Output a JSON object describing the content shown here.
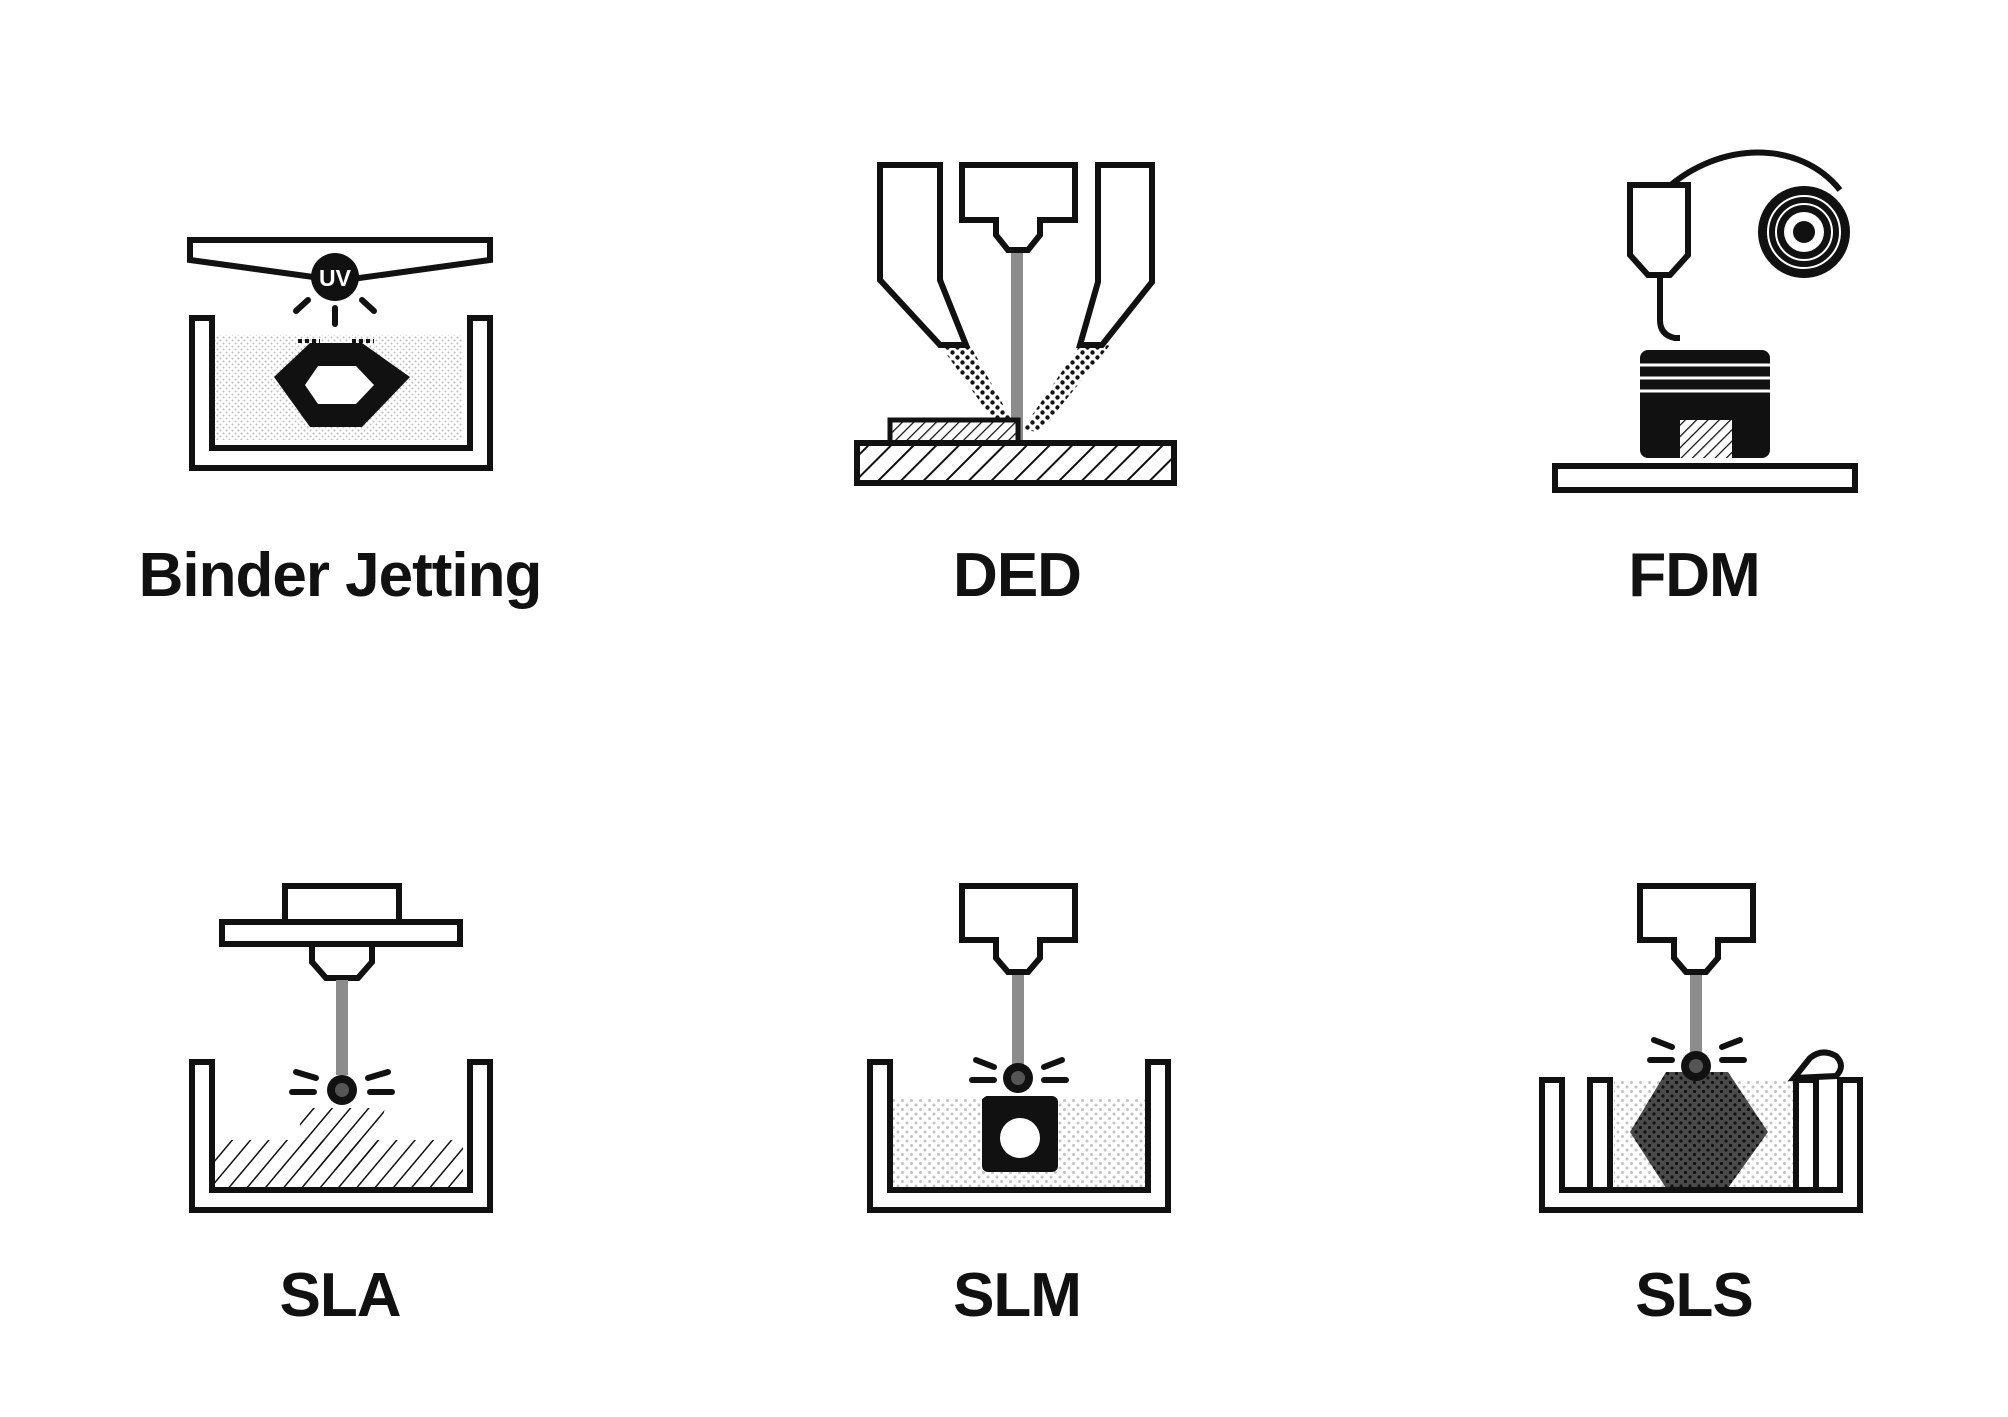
{
  "processes": [
    {
      "id": "bj",
      "label": "Binder Jetting",
      "icon": "binder-jetting-icon"
    },
    {
      "id": "ded",
      "label": "DED",
      "icon": "ded-icon"
    },
    {
      "id": "fdm",
      "label": "FDM",
      "icon": "fdm-icon"
    },
    {
      "id": "sla",
      "label": "SLA",
      "icon": "sla-icon"
    },
    {
      "id": "slm",
      "label": "SLM",
      "icon": "slm-icon"
    },
    {
      "id": "sls",
      "label": "SLS",
      "icon": "sls-icon"
    }
  ],
  "uv_badge": "UV",
  "colors": {
    "ink": "#111111",
    "beam": "#8c8c8c",
    "powder": "#c8c8c8",
    "background": "#ffffff"
  }
}
